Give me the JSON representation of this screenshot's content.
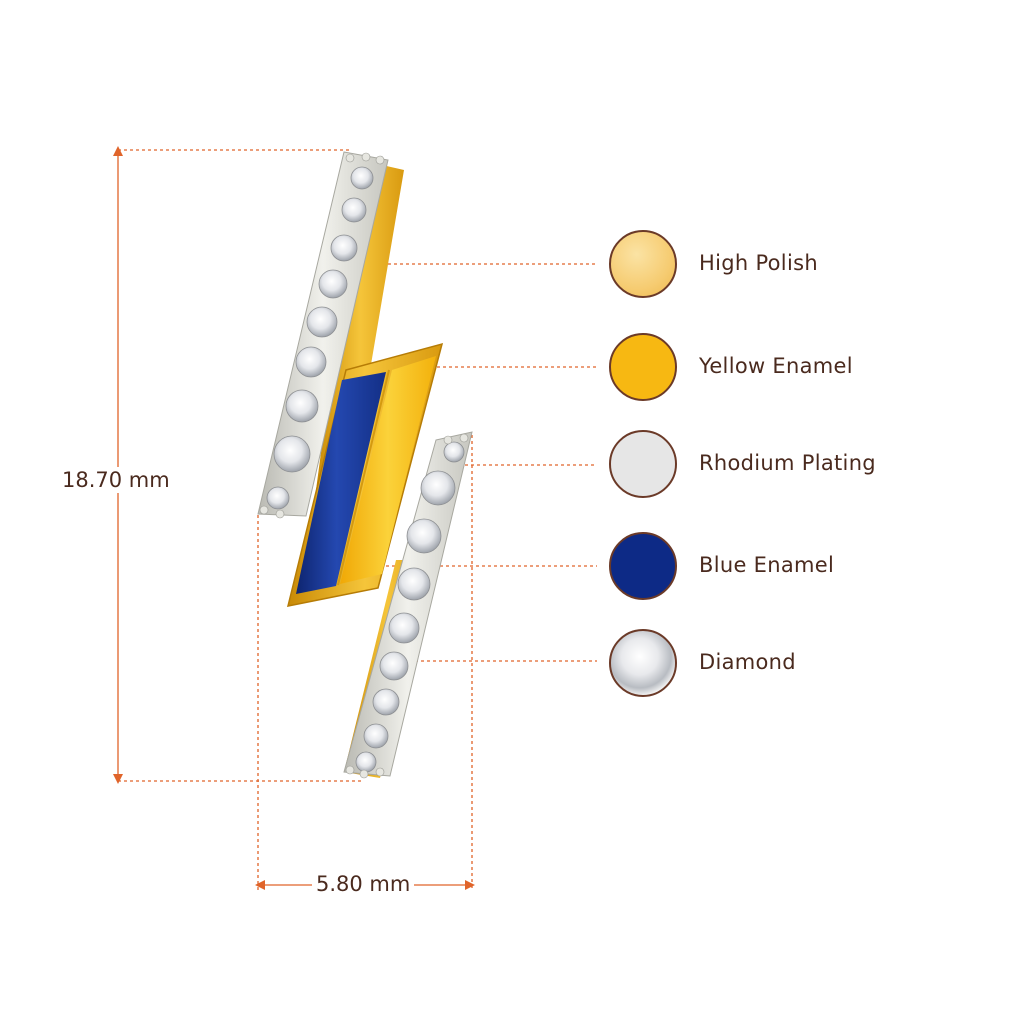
{
  "dimensions": {
    "height": "18.70 mm",
    "width": "5.80 mm"
  },
  "legend": [
    {
      "label": "High Polish",
      "color": "#f6cc72",
      "icon": "high-polish-swatch"
    },
    {
      "label": "Yellow Enamel",
      "color": "#f7b812",
      "icon": "yellow-enamel-swatch"
    },
    {
      "label": "Rhodium Plating",
      "color": "#e6e6e6",
      "icon": "rhodium-plating-swatch"
    },
    {
      "label": "Blue Enamel",
      "color": "#0d2a86",
      "icon": "blue-enamel-swatch"
    },
    {
      "label": "Diamond",
      "color": "#f2f2f2",
      "icon": "diamond-swatch"
    }
  ],
  "colors": {
    "dimension_line": "#e0642a",
    "text": "#4a2a1e",
    "swatch_border": "#6b3a28",
    "gold": "#e9a818",
    "blue_enamel": "#1b3a9a",
    "yellow_enamel": "#f8c21a",
    "rhodium": "#d7d7d2"
  }
}
